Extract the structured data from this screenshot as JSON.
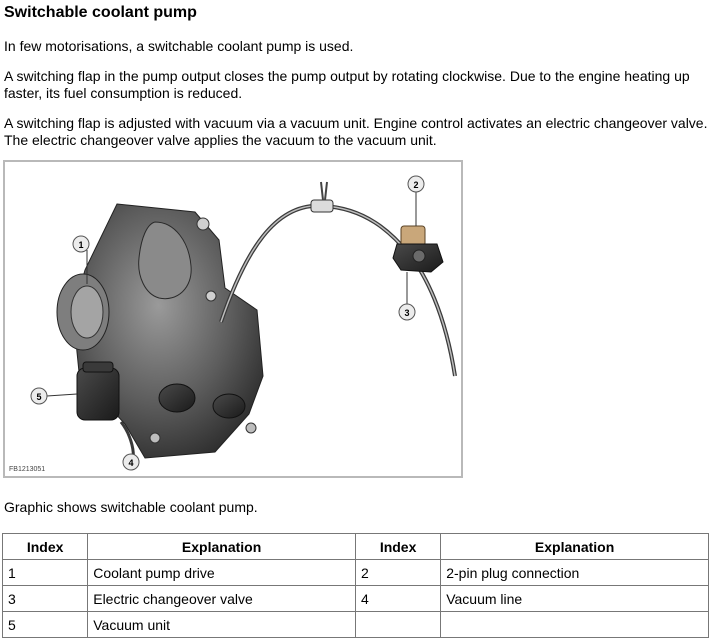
{
  "title": "Switchable coolant pump",
  "paragraphs": [
    "In few motorisations, a switchable coolant pump is used.",
    "A switching flap in the pump output closes the pump output by rotating clockwise. Due to the engine heating up faster, its fuel consumption is reduced.",
    "A switching flap is adjusted with vacuum via a vacuum unit. Engine control activates an electric changeover valve. The electric changeover valve applies the vacuum to the vacuum unit."
  ],
  "figure": {
    "id": "FB1213051",
    "callouts": [
      "1",
      "2",
      "3",
      "4",
      "5"
    ]
  },
  "caption": "Graphic shows switchable coolant pump.",
  "table": {
    "headers": [
      "Index",
      "Explanation",
      "Index",
      "Explanation"
    ],
    "rows": [
      [
        "1",
        "Coolant pump drive",
        "2",
        "2-pin plug connection"
      ],
      [
        "3",
        "Electric changeover valve",
        "4",
        "Vacuum line"
      ],
      [
        "5",
        "Vacuum unit",
        "",
        ""
      ]
    ]
  }
}
